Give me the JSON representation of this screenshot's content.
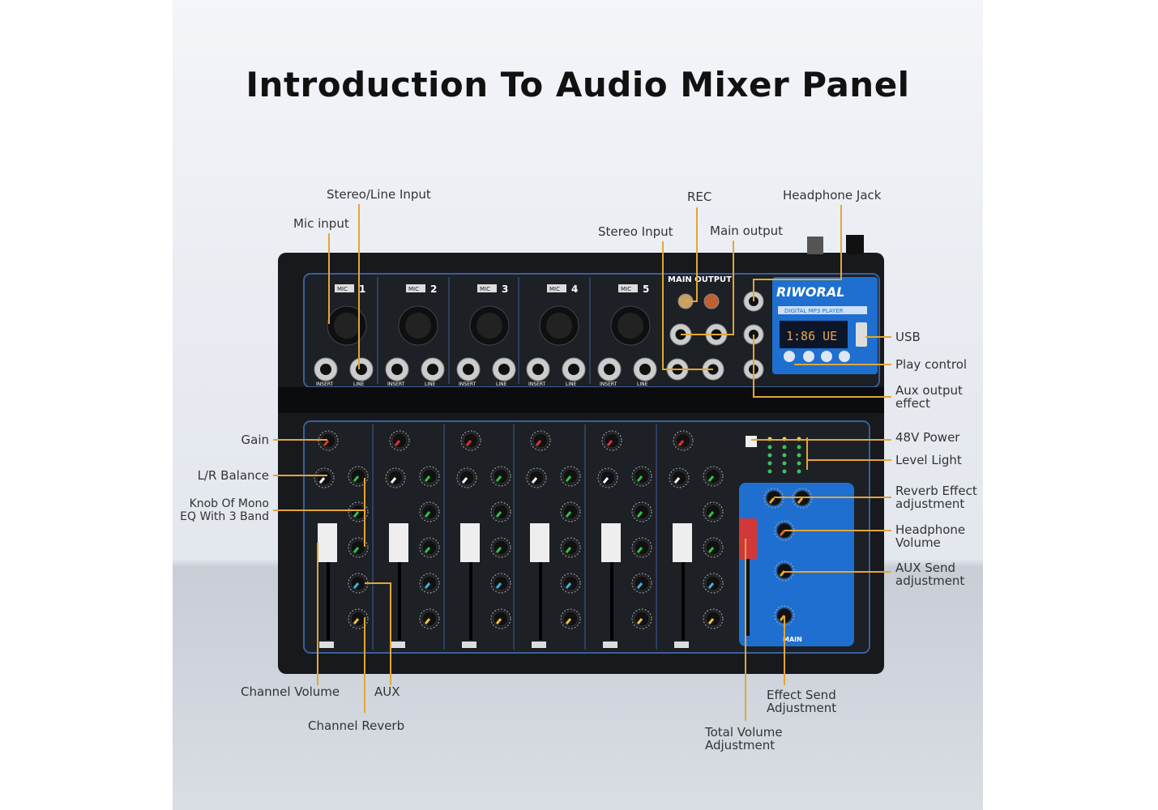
{
  "title": "Introduction To Audio Mixer Panel",
  "colors": {
    "leader": "#e2a637",
    "body": "#17191d",
    "fx_panel": "#1e6fd0",
    "accent_blue": "#3a5f9a"
  },
  "labels": {
    "stereo_line_input": "Stereo/Line Input",
    "mic_input": "Mic input",
    "stereo_input": "Stereo Input",
    "rec": "REC",
    "main_output": "Main output",
    "headphone_jack": "Headphone Jack",
    "usb": "USB",
    "play_control": "Play control",
    "aux_output_effect": "Aux output effect",
    "gain": "Gain",
    "lr_balance": "L/R Balance",
    "mono_eq": "Knob Of Mono EQ With 3 Band",
    "power_48v": "48V Power",
    "level_light": "Level Light",
    "reverb_effect": "Reverb Effect adjustment",
    "headphone_volume": "Headphone Volume",
    "aux_send": "AUX Send adjustment",
    "channel_volume": "Channel Volume",
    "aux": "AUX",
    "channel_reverb": "Channel Reverb",
    "effect_send": "Effect Send Adjustment",
    "total_volume": "Total Volume Adjustment"
  },
  "mixer": {
    "brand": "RIWORAL",
    "player_label": "DIGITAL MP3 PLAYER",
    "display": "1:86 UE",
    "main_output_label": "MAIN OUTPUT",
    "main_section_label": "MAIN",
    "channels": [
      {
        "tag": "MIC",
        "num": "1"
      },
      {
        "tag": "MIC",
        "num": "2"
      },
      {
        "tag": "MIC",
        "num": "3"
      },
      {
        "tag": "MIC",
        "num": "4"
      },
      {
        "tag": "MIC",
        "num": "5"
      }
    ],
    "jack_labels": [
      "INSERT",
      "LINE"
    ]
  }
}
